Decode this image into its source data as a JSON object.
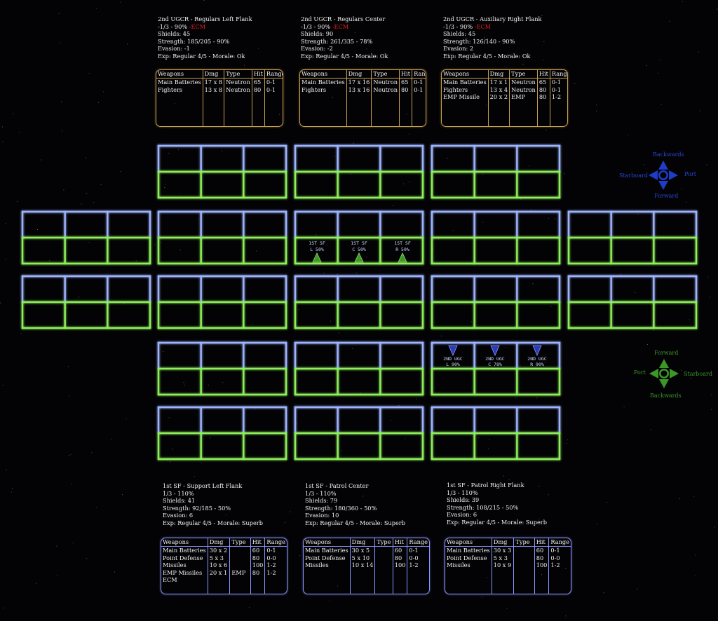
{
  "enemy_groups": [
    {
      "lines": [
        "2nd UGCR - Regulars Left Flank",
        "-1/3 - 90% ",
        "Shields: 45",
        "Strength: 185/205 - 90%",
        "Evasion: -1",
        "Exp: Regular 4/5 - Morale: Ok"
      ],
      "ecm": "-ECM",
      "headers": [
        "Weapons",
        "Dmg",
        "Type",
        "Hit",
        "Range"
      ],
      "rows": [
        [
          "Main Batteries",
          "17 x 8",
          "Neutron",
          "65",
          "0-1"
        ],
        [
          "Fighters",
          "13 x 8",
          "Neutron",
          "80",
          "0-1"
        ]
      ]
    },
    {
      "lines": [
        "2nd UGCR - Regulars Center",
        "-1/3 - 90% ",
        "Shields: 90",
        "Strength: 261/335 - 78%",
        "Evasion: -2",
        "Exp: Regular 4/5 - Morale: Ok"
      ],
      "ecm": "-ECM",
      "headers": [
        "Weapons",
        "Dmg",
        "Type",
        "Hit",
        "Range"
      ],
      "rows": [
        [
          "Main Batteries",
          "17 x 16",
          "Neutron",
          "65",
          "0-1"
        ],
        [
          "Fighters",
          "13 x 16",
          "Neutron",
          "80",
          "0-1"
        ]
      ]
    },
    {
      "lines": [
        "2nd UGCR - Auxiliary Right Flank",
        "-1/3 - 90% ",
        "Shields: 45",
        "Strength: 126/140 - 90%",
        "Evasion: 2",
        "Exp: Regular 4/5 - Morale: Ok"
      ],
      "ecm": "-ECM",
      "headers": [
        "Weapons",
        "Dmg",
        "Type",
        "Hit",
        "Range"
      ],
      "rows": [
        [
          "Main Batteries",
          "17 x 1",
          "Neutron",
          "65",
          "0-1"
        ],
        [
          "Fighters",
          "13 x 4",
          "Neutron",
          "80",
          "0-1"
        ],
        [
          "EMP Missile",
          "20 x 2",
          "EMP",
          "80",
          "1-2"
        ]
      ]
    }
  ],
  "ally_groups": [
    {
      "lines": [
        "1st SF - Support Left Flank",
        "1/3 - 110%",
        "Shields: 41",
        "Strength: 92/185 - 50%",
        "Evasion: 6",
        "Exp: Regular 4/5 - Morale: Superb"
      ],
      "headers": [
        "Weapons",
        "Dmg",
        "Type",
        "Hit",
        "Range"
      ],
      "rows": [
        [
          "Main Batteries",
          "30 x 2",
          "",
          "60",
          "0-1"
        ],
        [
          "Point Defense",
          "5 x 3",
          "",
          "80",
          "0-0"
        ],
        [
          "Missiles",
          "10 x 6",
          "",
          "100",
          "1-2"
        ],
        [
          "EMP Missiles",
          "20 x 1",
          "EMP",
          "80",
          "1-2"
        ],
        [
          "ECM",
          "",
          "",
          "",
          ""
        ]
      ]
    },
    {
      "lines": [
        "1st SF - Patrol Center",
        "1/3 - 110%",
        "Shields: 79",
        "Strength: 180/360 - 50%",
        "Evasion: 10",
        "Exp: Regular 4/5 - Morale: Superb"
      ],
      "headers": [
        "Weapons",
        "Dmg",
        "Type",
        "Hit",
        "Range"
      ],
      "rows": [
        [
          "Main Batteries",
          "30 x 5",
          "",
          "60",
          "0-1"
        ],
        [
          "Point Defense",
          "5 x 10",
          "",
          "80",
          "0-0"
        ],
        [
          "Missiles",
          "10 x 14",
          "",
          "100",
          "1-2"
        ]
      ]
    },
    {
      "lines": [
        "1st SF - Patrol Right Flank",
        "1/3 - 110%",
        "Shields: 39",
        "Strength: 108/215 - 50%",
        "Evasion: 6",
        "Exp: Regular 4/5 - Morale: Superb"
      ],
      "headers": [
        "Weapons",
        "Dmg",
        "Type",
        "Hit",
        "Range"
      ],
      "rows": [
        [
          "Main Batteries",
          "30 x 3",
          "",
          "60",
          "0-1"
        ],
        [
          "Point Defense",
          "5 x 3",
          "",
          "80",
          "0-0"
        ],
        [
          "Missiles",
          "10 x 9",
          "",
          "100",
          "1-2"
        ]
      ]
    }
  ],
  "enemy_compass": {
    "top": "Backwards",
    "left": "Starboard",
    "right": "Port",
    "bottom": "Forward",
    "color": "#1e3cc8"
  },
  "ally_compass": {
    "top": "Forward",
    "left": "Port",
    "right": "Starboard",
    "bottom": "Backwards",
    "color": "#3c9628"
  },
  "ally_units": [
    {
      "name": "1ST SF",
      "label": "L 50%"
    },
    {
      "name": "1ST SF",
      "label": "C 50%"
    },
    {
      "name": "1ST SF",
      "label": "R 50%"
    }
  ],
  "enemy_units": [
    {
      "name": "2ND UGC",
      "label": "L 90%"
    },
    {
      "name": "2ND UGC",
      "label": "C 78%"
    },
    {
      "name": "2ND UGC",
      "label": "R 90%"
    }
  ],
  "colors": {
    "grid_blue": "#9eb4ff",
    "grid_green": "#8ef05a",
    "enemy_border": "#c8a050",
    "ally_border": "#8c96ff",
    "ally_marker": "#3c9628",
    "enemy_marker": "#2a3cb4"
  }
}
